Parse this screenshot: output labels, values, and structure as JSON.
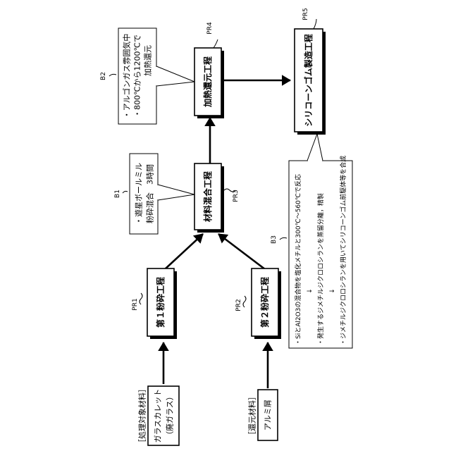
{
  "steps": {
    "pr1": {
      "ref": "PR1",
      "label": "第１粉砕工程"
    },
    "pr2": {
      "ref": "PR2",
      "label": "第２粉砕工程"
    },
    "pr3": {
      "ref": "PR3",
      "label": "材料混合工程"
    },
    "pr4": {
      "ref": "PR4",
      "label": "加熱還元工程"
    },
    "pr5": {
      "ref": "PR5",
      "label": "シリコーンゴム製造工程"
    }
  },
  "inputs": {
    "target": {
      "tag": "［処理対象材料］",
      "line1": "ガラスカレット",
      "line2": "（廃ガラス）"
    },
    "reducer": {
      "tag": "［還元材料］",
      "line1": "アルミ屑"
    }
  },
  "notes": {
    "b1": {
      "ref": "B1",
      "line1": "・遊星ボールミル",
      "line2": "粉砕混合　3時間"
    },
    "b2": {
      "ref": "B2",
      "line1": "・アルゴンガス雰囲気中",
      "line2": "・800℃から1200℃で",
      "line3": "加熱還元"
    },
    "b3": {
      "ref": "B3",
      "line1": "・SiとAl2O3の混合物を塩化メチルと300℃〜560℃で反応",
      "arrow1": "↓",
      "line2": "・発生するジメチルジクロロシランを蒸留分離，精製",
      "arrow2": "↓",
      "line3": "・ジメチルジクロロシランを用いてシリコーンゴム前駆体等を合成"
    }
  }
}
